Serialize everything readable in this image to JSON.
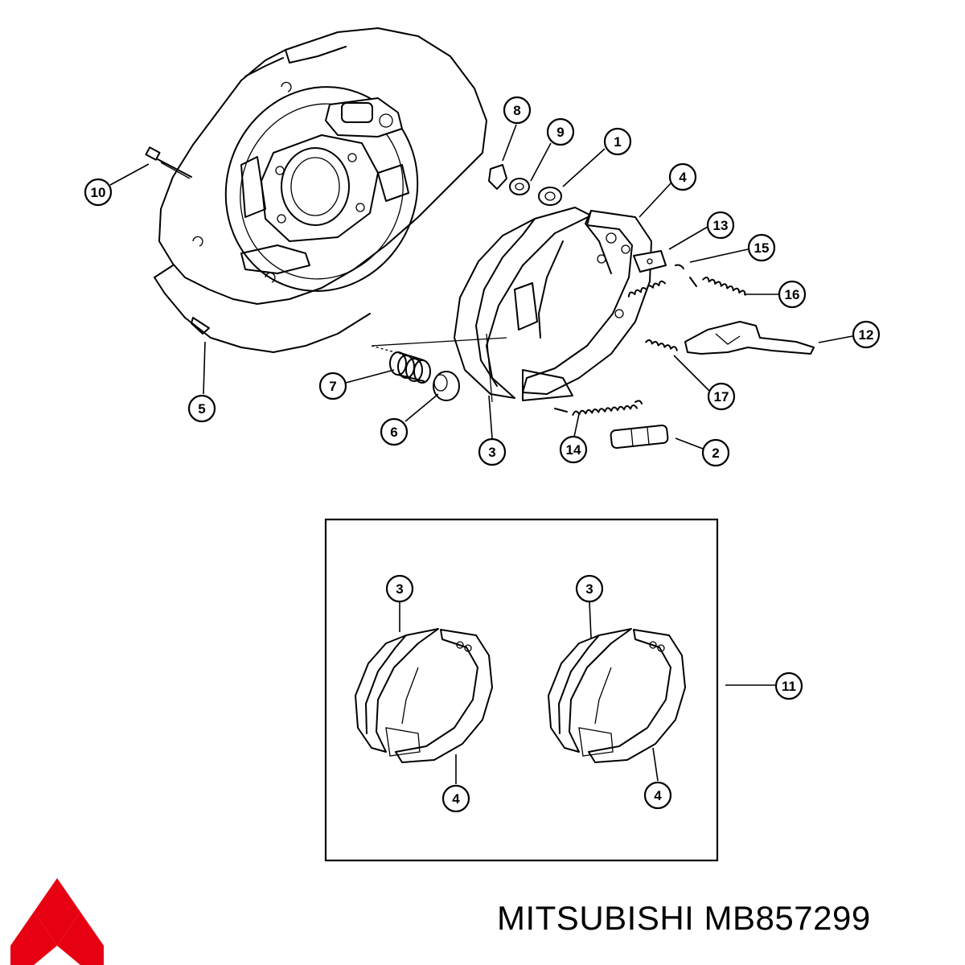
{
  "brand": {
    "name": "MITSUBISHI",
    "part_number": "MB857299",
    "logo_color": "#e60012",
    "logo_icon": "three-diamonds-logo"
  },
  "callouts": [
    {
      "id": "c1",
      "label": "1"
    },
    {
      "id": "c2",
      "label": "2"
    },
    {
      "id": "c3",
      "label": "3"
    },
    {
      "id": "c4",
      "label": "4"
    },
    {
      "id": "c5",
      "label": "5"
    },
    {
      "id": "c6",
      "label": "6"
    },
    {
      "id": "c7",
      "label": "7"
    },
    {
      "id": "c8",
      "label": "8"
    },
    {
      "id": "c9",
      "label": "9"
    },
    {
      "id": "c10",
      "label": "10"
    },
    {
      "id": "c11",
      "label": "11"
    },
    {
      "id": "c12",
      "label": "12"
    },
    {
      "id": "c13",
      "label": "13"
    },
    {
      "id": "c14",
      "label": "14"
    },
    {
      "id": "c15",
      "label": "15"
    },
    {
      "id": "c16",
      "label": "16"
    },
    {
      "id": "c17",
      "label": "17"
    },
    {
      "id": "kit-c3a",
      "label": "3"
    },
    {
      "id": "kit-c4a",
      "label": "4"
    },
    {
      "id": "kit-c3b",
      "label": "3"
    },
    {
      "id": "kit-c4b",
      "label": "4"
    }
  ]
}
